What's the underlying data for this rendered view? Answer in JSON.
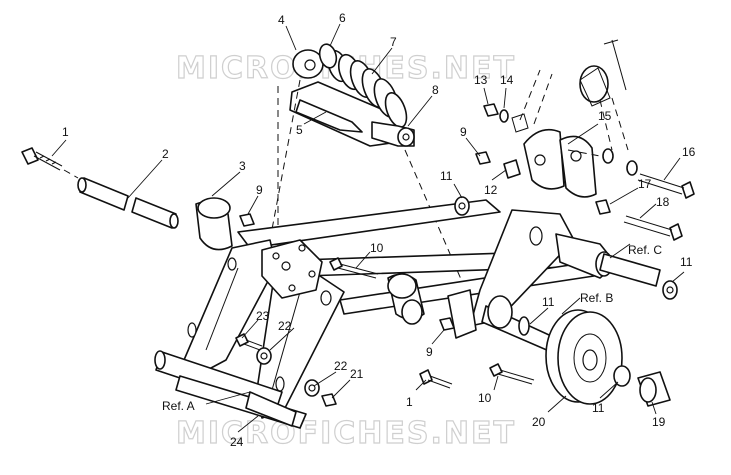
{
  "watermark": {
    "text": "MICROFICHES.NET"
  },
  "callouts": {
    "c1a": "1",
    "c1b": "1",
    "c2": "2",
    "c3": "3",
    "c4": "4",
    "c5": "5",
    "c6": "6",
    "c7": "7",
    "c8": "8",
    "c9a": "9",
    "c9b": "9",
    "c9c": "9",
    "c10a": "10",
    "c10b": "10",
    "c11a": "11",
    "c11b": "11",
    "c11c": "11",
    "c11d": "11",
    "c12": "12",
    "c13": "13",
    "c14": "14",
    "c15": "15",
    "c16": "16",
    "c17": "17",
    "c18": "18",
    "c19": "19",
    "c20": "20",
    "c21": "21",
    "c22a": "22",
    "c22b": "22",
    "c23": "23",
    "c24": "24"
  },
  "references": {
    "refA": "Ref. A",
    "refB": "Ref. B",
    "refC": "Ref. C"
  }
}
